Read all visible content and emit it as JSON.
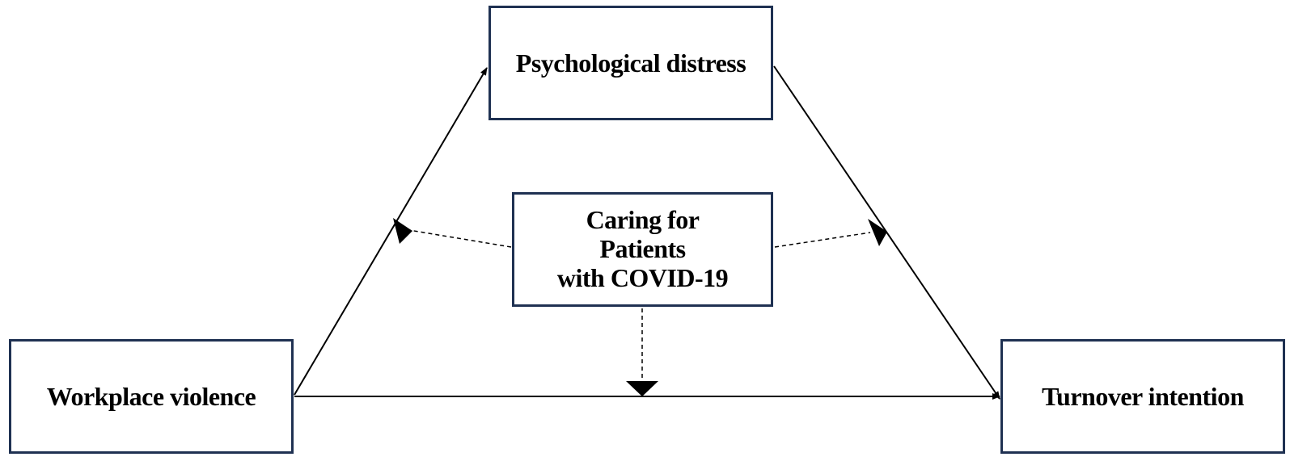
{
  "diagram": {
    "nodes": {
      "distress": {
        "label": "Psychological distress"
      },
      "covid": {
        "lines": [
          "Caring for",
          "Patients",
          "with COVID-19"
        ]
      },
      "violence": {
        "label": "Workplace violence"
      },
      "turnover": {
        "label": "Turnover intention"
      }
    },
    "edges": [
      {
        "from": "violence",
        "to": "distress",
        "style": "solid"
      },
      {
        "from": "distress",
        "to": "turnover",
        "style": "solid"
      },
      {
        "from": "violence",
        "to": "turnover",
        "style": "solid"
      },
      {
        "from": "covid",
        "to": "violence-distress path",
        "style": "dashed"
      },
      {
        "from": "covid",
        "to": "distress-turnover path",
        "style": "dashed"
      },
      {
        "from": "covid",
        "to": "violence-turnover path",
        "style": "dashed"
      }
    ],
    "colors": {
      "box_border": "#1f3152",
      "line": "#000000"
    }
  }
}
